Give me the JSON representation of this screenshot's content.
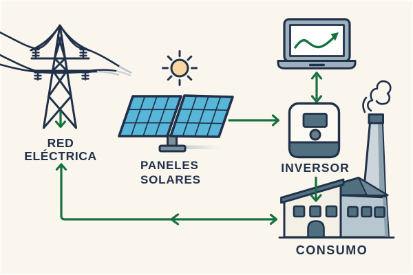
{
  "diagram": {
    "title": "",
    "nodes": [
      {
        "id": "red-electrica",
        "icon": "transmission-tower-icon",
        "label": [
          "RED",
          "ELÉCTRICA"
        ]
      },
      {
        "id": "paneles-solares",
        "icon": "solar-panels-icon",
        "label": [
          "PANELES",
          "SOLARES"
        ]
      },
      {
        "id": "monitoreo",
        "icon": "laptop-chart-icon",
        "label": []
      },
      {
        "id": "inversor",
        "icon": "inverter-icon",
        "label": [
          "INVERSOR"
        ]
      },
      {
        "id": "consumo",
        "icon": "factory-icon",
        "label": [
          "CONSUMO"
        ]
      }
    ],
    "edges": [
      {
        "from": "transmission-tower",
        "to": "red-electrica-label",
        "style": "arrow-down-short"
      },
      {
        "from": "paneles-solares",
        "to": "inversor",
        "style": "arrow-right"
      },
      {
        "from": "inversor",
        "to": "monitoreo",
        "style": "arrow-bidirectional-vertical"
      },
      {
        "from": "inversor",
        "to": "consumo",
        "style": "arrow-down"
      },
      {
        "from": "consumo",
        "to": "red-electrica",
        "style": "arrow-left-then-up-bidirectional"
      }
    ],
    "decorations": [
      "sun-icon",
      "power-lines-icon",
      "smoke-icon",
      "chimney-icon",
      "trend-up-chart-icon"
    ]
  },
  "colors": {
    "background": "#faf6ee",
    "outline_navy": "#203149",
    "arrow_green": "#177040",
    "panel_blue": "#58b7d8",
    "sun_yellow": "#f8d8a0",
    "device_gray": "#9cb1bb",
    "slate_blue": "#50707f",
    "building_cream": "#f5f0e5",
    "building_blue_gray": "#b7c7d0",
    "shade_gray": "#8ba1ad",
    "chimney_light": "#cbd5db",
    "stand_gray": "#7c909c"
  }
}
